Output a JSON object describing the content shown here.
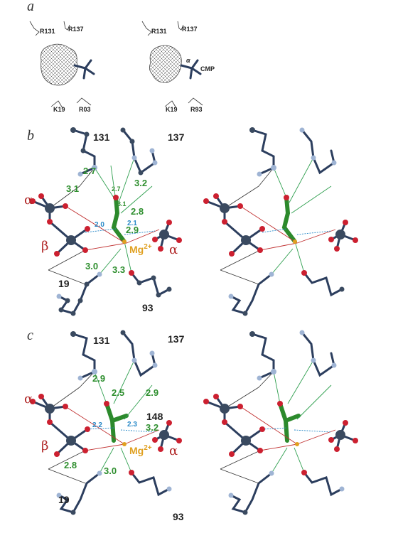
{
  "panels": {
    "a": {
      "letter": "a",
      "labels": {
        "r131": "R131",
        "r137": "R137",
        "k19": "K19",
        "r03": "R03",
        "r93": "R93",
        "cmp": "CMP",
        "alpha": "α"
      }
    },
    "b": {
      "letter": "b",
      "residues": {
        "r131": "131",
        "r137": "137",
        "r19": "19",
        "r93": "93"
      },
      "greek": {
        "alpha_left": "α",
        "beta": "β",
        "alpha_right": "α"
      },
      "mg": "Mg",
      "mg_sup": "2+",
      "distances": {
        "d27": "2.7",
        "d31": "3.1",
        "d27s": "2.7",
        "d31s": "3.1",
        "d32": "3.2",
        "d28": "2.8",
        "d20": "2.0",
        "d21": "2.1",
        "d29": "2.9",
        "d30": "3.0",
        "d33": "3.3"
      }
    },
    "c": {
      "letter": "c",
      "residues": {
        "r131": "131",
        "r137": "137",
        "r148": "148",
        "r19": "19",
        "r93": "93"
      },
      "greek": {
        "alpha_left": "α",
        "beta": "β",
        "alpha_right": "α"
      },
      "mg": "Mg",
      "mg_sup": "2+",
      "distances": {
        "d29a": "2.9",
        "d25": "2.5",
        "d29b": "2.9",
        "d22": "2.2",
        "d23": "2.3",
        "d32": "3.2",
        "d28": "2.8",
        "d30": "3.0"
      }
    }
  },
  "colors": {
    "bond": "#2c3e5e",
    "oxygen": "#cc2030",
    "nitrogen": "#9fb4d4",
    "phosphorus": "#3a4a60",
    "ligand": "#2c8a2c",
    "hbond_green": "#2f9f4f",
    "hbond_red": "#c03030",
    "mg": "#e0a020"
  }
}
